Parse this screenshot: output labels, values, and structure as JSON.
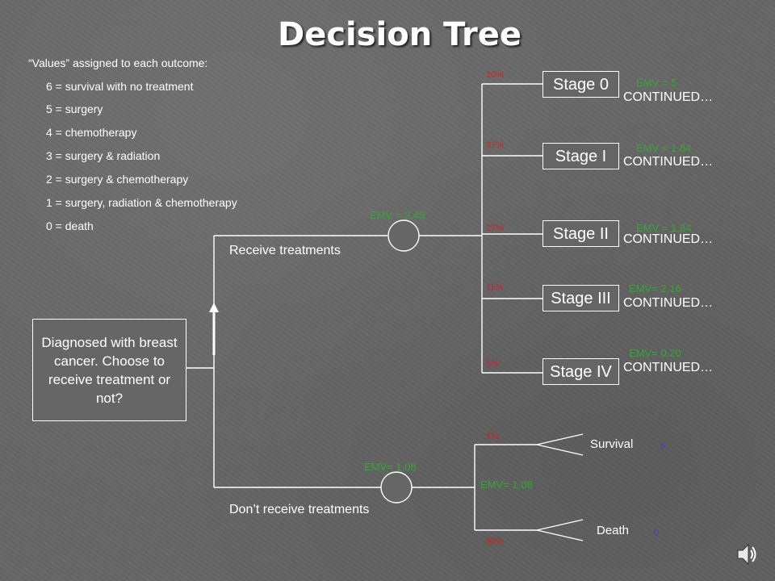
{
  "title": "Decision Tree",
  "legend": {
    "title": "“Values” assigned to each outcome:",
    "items": [
      "6 = survival with no treatment",
      "5 = surgery",
      "4 = chemotherapy",
      "3 = surgery & radiation",
      "2 = surgery & chemotherapy",
      "1 = surgery, radiation & chemotherapy",
      "0 = death"
    ]
  },
  "root": {
    "label": "Diagnosed with breast cancer. Choose to receive treatment or not?"
  },
  "treat": {
    "label": "Receive treatments",
    "emv": "EMV = 2.43",
    "stages": [
      {
        "name": "Stage 0",
        "pct": "20%",
        "emv": "EMV = 5",
        "cont": "CONTINUED…"
      },
      {
        "name": "Stage I",
        "pct": "37%",
        "emv": "EMV = 1.84",
        "cont": "CONTINUED…"
      },
      {
        "name": "Stage II",
        "pct": "27%",
        "emv": "EMV = 1.84",
        "cont": "CONTINUED…"
      },
      {
        "name": "Stage III",
        "pct": "11%",
        "emv": "EMV= 2.16",
        "cont": "CONTINUED…"
      },
      {
        "name": "Stage IV",
        "pct": "5%",
        "emv": "EMV= 0.20",
        "cont": "CONTINUED…"
      }
    ]
  },
  "notreat": {
    "label": "Don’t receive treatments",
    "emv_node": "EMV= 1.08",
    "emv_branch": "EMV= 1.08",
    "outcomes": [
      {
        "name": "Survival",
        "pct": "1%",
        "value": "6"
      },
      {
        "name": "Death",
        "pct": "99%",
        "value": "0"
      }
    ]
  },
  "colors": {
    "percent": "#cc2222",
    "emv": "#33aa33",
    "outcome_value": "#3344cc"
  },
  "icons": [
    "speaker-icon"
  ]
}
